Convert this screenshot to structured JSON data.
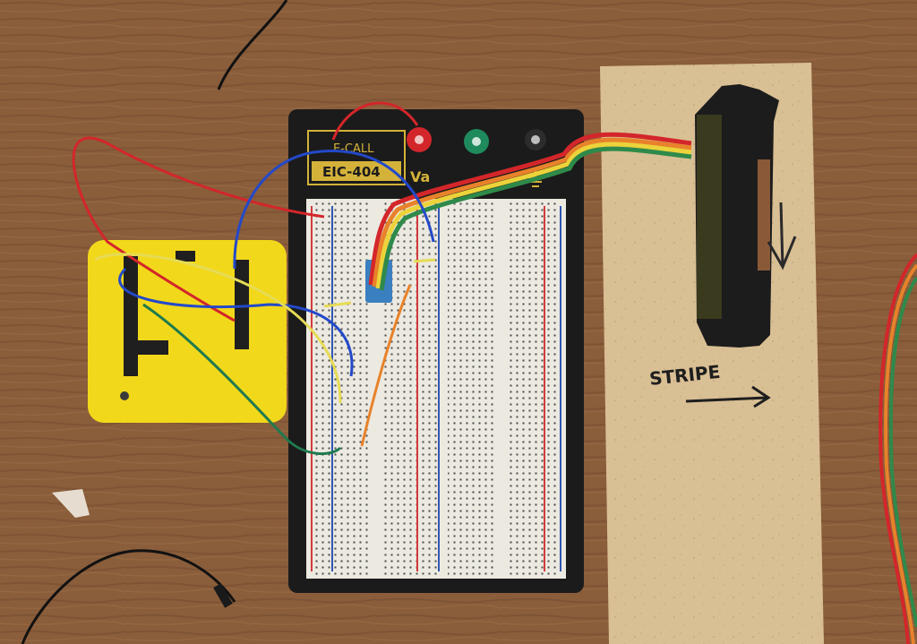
{
  "breadboard": {
    "brand_text": "E-CALL",
    "model_text": "EIC-404",
    "voltage_label": "Va",
    "binding_posts": [
      "red-binding-post",
      "green-binding-post",
      "black-binding-post"
    ]
  },
  "mdf_board": {
    "label_text": "STRIPE",
    "arrow_icon": "right-arrow-icon",
    "down_arrow_icon": "down-arrow-icon"
  },
  "colors": {
    "wood": "#8a5d3b",
    "breadboard_base": "#1b1b1b",
    "breadboard_face": "#ece9e1",
    "rail_red": "#d23b3b",
    "rail_blue": "#3056b3",
    "yellow_case": "#f2d81b",
    "mdf": "#d9bf94",
    "wire_red": "#d3262a",
    "wire_blue": "#2349c9",
    "wire_yellow": "#e6db55",
    "wire_green": "#1f7a4e",
    "wire_orange": "#e8822a"
  }
}
